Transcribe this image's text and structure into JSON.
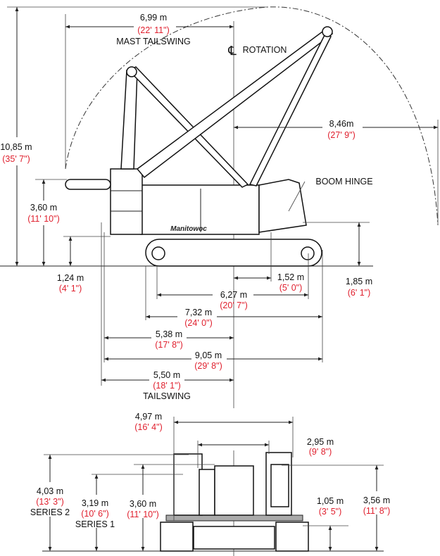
{
  "side_view": {
    "mast_tailswing": {
      "metric": "6,99 m",
      "imperial": "(22' 11\")",
      "label": "MAST TAILSWING"
    },
    "rotation_label": "ROTATION",
    "centerline_symbol": "CL",
    "overall_height": {
      "metric": "10,85 m",
      "imperial": "(35' 7\")"
    },
    "boom_radius": {
      "metric": "8,46m",
      "imperial": "(27' 9\")"
    },
    "boom_hinge_label": "BOOM HINGE",
    "mast_height": {
      "metric": "3,60 m",
      "imperial": "(11' 10\")"
    },
    "counterweight_clearance": {
      "metric": "1,24 m",
      "imperial": "(4' 1\")"
    },
    "hinge_height": {
      "metric": "1,85 m",
      "imperial": "(6' 1\")"
    },
    "hinge_offset": {
      "metric": "1,52 m",
      "imperial": "(5' 0\")"
    },
    "tumbler_centers": {
      "metric": "6,27 m",
      "imperial": "(20' 7\")"
    },
    "track_length": {
      "metric": "7,32 m",
      "imperial": "(24' 0\")"
    },
    "rear_to_center": {
      "metric": "5,38 m",
      "imperial": "(17' 8\")"
    },
    "overall_length": {
      "metric": "9,05 m",
      "imperial": "(29' 8\")"
    },
    "tailswing": {
      "metric": "5,50 m",
      "imperial": "(18' 1\")",
      "label": "TAILSWING"
    },
    "logo_text": "Manitowoc"
  },
  "front_view": {
    "overall_width": {
      "metric": "4,97 m",
      "imperial": "(16' 4\")"
    },
    "upper_width": {
      "metric": "2,95 m",
      "imperial": "(9' 8\")"
    },
    "series2_height": {
      "metric": "4,03 m",
      "imperial": "(13'  3\")",
      "label": "SERIES 2"
    },
    "series1_height": {
      "metric": "3,19 m",
      "imperial": "(10'  6\")",
      "label": "SERIES 1"
    },
    "mast_height": {
      "metric": "3,60 m",
      "imperial": "(11'  10\")"
    },
    "ground_clearance": {
      "metric": "1,05 m",
      "imperial": "(3' 5\")"
    },
    "cab_height": {
      "metric": "3,56 m",
      "imperial": "(11' 8\")"
    }
  },
  "colors": {
    "imperial_text": "#e0202e",
    "line": "#222222"
  }
}
